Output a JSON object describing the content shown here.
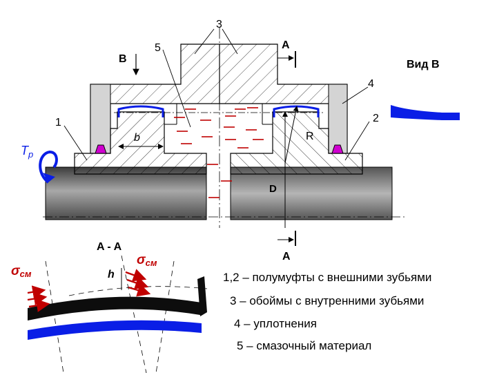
{
  "labels": {
    "n3": "3",
    "n5": "5",
    "n4": "4",
    "n2": "2",
    "n1": "1",
    "B": "В",
    "A_top": "A",
    "A_bottom": "A",
    "vid_b": "Вид В",
    "b": "b",
    "R": "R",
    "D": "D",
    "Tp_main": "T",
    "Tp_sub": "p",
    "section": "A - A",
    "h": "h",
    "sigma_main": "σ",
    "sigma_sub": "см"
  },
  "legend": [
    "1,2 – полумуфты с внешними зубьями",
    "3 – обоймы с внутренними зубьями",
    "4 – уплотнения",
    "5 – смазочный материал"
  ],
  "colors": {
    "blue": "#0a1ee6",
    "red": "#c00000",
    "seal": "#d000d0",
    "shaft_dark": "#5a5a5a",
    "shaft_light": "#9a9a9a",
    "frame": "#cfcfcf"
  }
}
